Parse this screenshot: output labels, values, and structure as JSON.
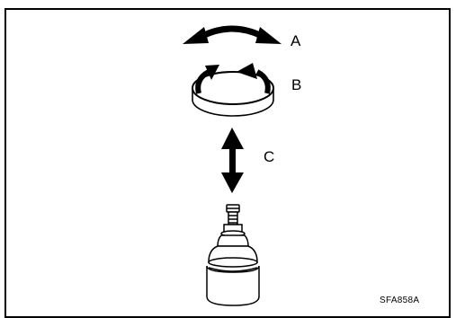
{
  "diagram": {
    "labels": {
      "a": "A",
      "b": "B",
      "c": "C"
    },
    "figure_ref": "SFA858A",
    "components": [
      {
        "name": "side-to-side-arrow",
        "meaning": "A"
      },
      {
        "name": "rotation-arrow",
        "meaning": "B"
      },
      {
        "name": "up-down-arrow",
        "meaning": "C"
      },
      {
        "name": "ball-joint",
        "meaning": "part"
      }
    ]
  }
}
